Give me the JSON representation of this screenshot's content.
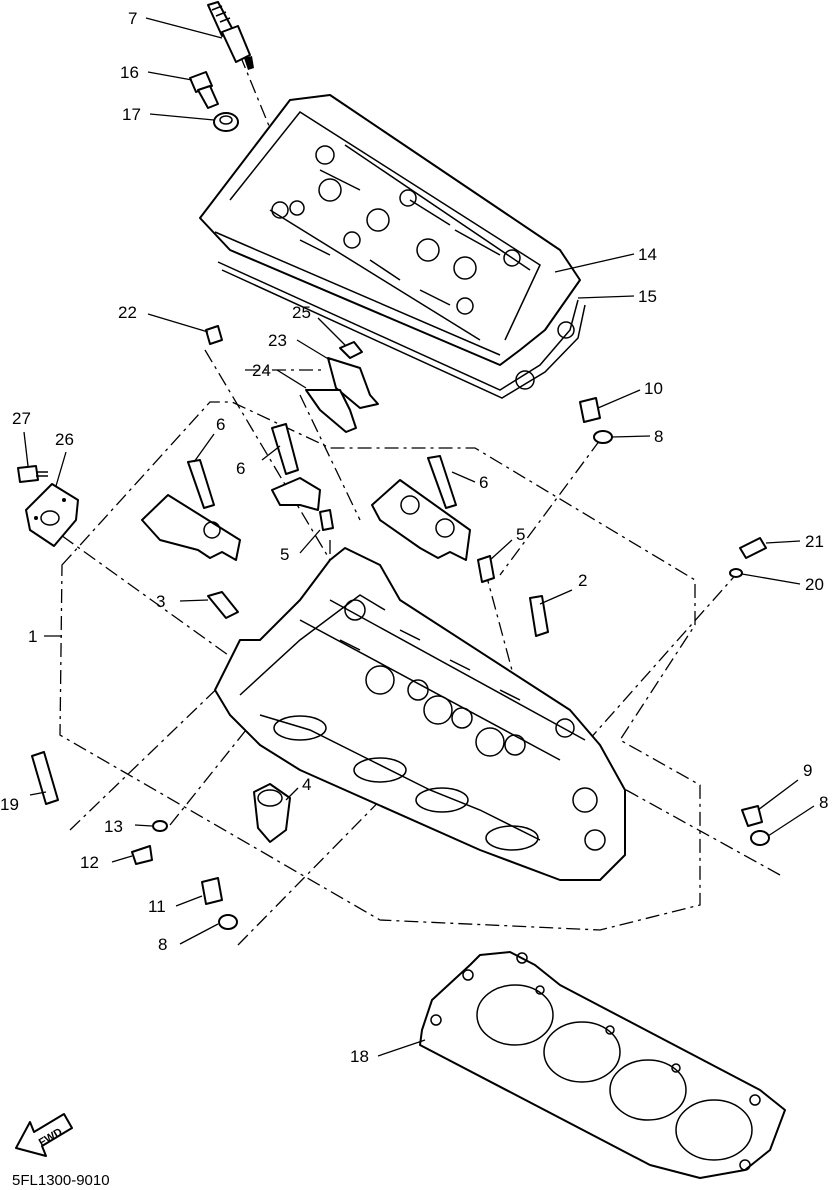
{
  "diagram": {
    "code": "5FL1300-9010",
    "direction_label": "FWD",
    "callouts": {
      "c1": "1",
      "c2": "2",
      "c3": "3",
      "c4": "4",
      "c5a": "5",
      "c5b": "5",
      "c6a": "6",
      "c6b": "6",
      "c6c": "6",
      "c7": "7",
      "c8a": "8",
      "c8b": "8",
      "c8c": "8",
      "c9": "9",
      "c10": "10",
      "c11": "11",
      "c12": "12",
      "c13": "13",
      "c14": "14",
      "c15": "15",
      "c16": "16",
      "c17": "17",
      "c18": "18",
      "c19": "19",
      "c20": "20",
      "c21": "21",
      "c22": "22",
      "c23": "23",
      "c24": "24",
      "c25": "25",
      "c26": "26",
      "c27": "27"
    }
  }
}
